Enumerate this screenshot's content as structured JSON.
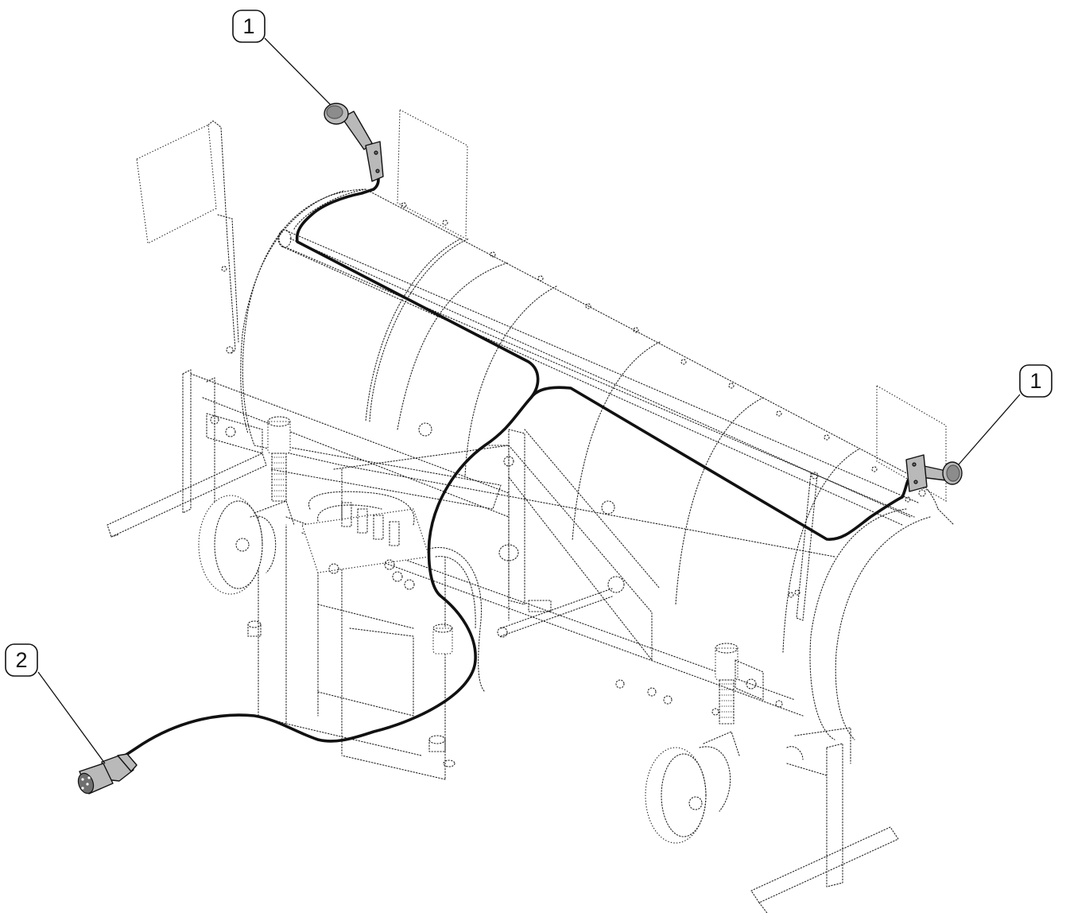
{
  "callouts": [
    {
      "id": "callout-1-top",
      "label": "1"
    },
    {
      "id": "callout-1-right",
      "label": "1"
    },
    {
      "id": "callout-2",
      "label": "2"
    }
  ],
  "parts": {
    "marker_light_left": {
      "icon": "marker-light-icon",
      "callout": "1"
    },
    "marker_light_right": {
      "icon": "marker-light-icon",
      "callout": "1"
    },
    "trailer_plug": {
      "icon": "seven-pin-plug-icon",
      "callout": "2"
    },
    "wiring_harness": {
      "icon": "cable-icon"
    }
  },
  "colors": {
    "line": "#111111",
    "part_fill": "#b9b9b9",
    "background": "#ffffff"
  }
}
